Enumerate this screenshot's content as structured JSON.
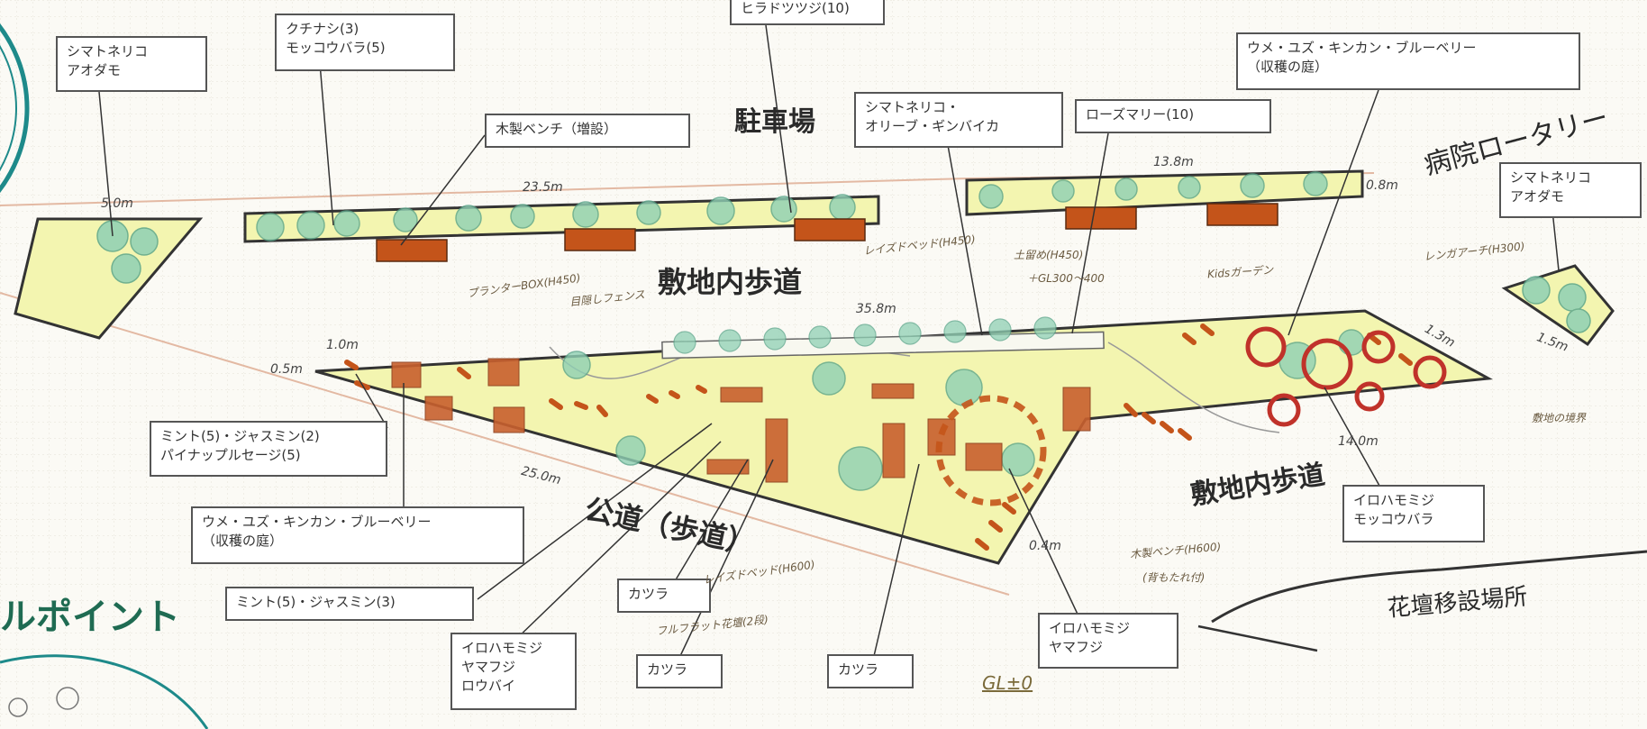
{
  "areas": {
    "parking": "駐車場",
    "walkway_inner": "敷地内歩道",
    "walkway_inner_2": "敷地内歩道",
    "public_road": "公道（歩道）",
    "rotary": "病院ロータリー",
    "flowerbed_site": "花壇移設場所",
    "point_partial": "ルポイント"
  },
  "callouts": {
    "topleft_tree": [
      "シマトネリコ",
      "アオダモ"
    ],
    "kuchinashi": [
      "クチナシ(3)",
      "モッコウバラ(5)"
    ],
    "hirado": [
      "ヒラドツツジ(10)"
    ],
    "bench": [
      "木製ベンチ（増設）"
    ],
    "olive": [
      "シマトネリコ・",
      "オリーブ・ギンバイカ"
    ],
    "rosemary": [
      "ローズマリー(10)"
    ],
    "harvest_top": [
      "ウメ・ユズ・キンカン・ブルーベリー",
      "（収穫の庭）"
    ],
    "right_tree": [
      "シマトネリコ",
      "アオダモ"
    ],
    "mint_left": [
      "ミント(5)・ジャスミン(2)",
      "パイナップルセージ(5)"
    ],
    "harvest_bottom": [
      "ウメ・ユズ・キンカン・ブルーベリー",
      "（収穫の庭）"
    ],
    "mint_bottom": [
      "ミント(5)・ジャスミン(3)"
    ],
    "iroha_left": [
      "イロハモミジ",
      "ヤマフジ",
      "ロウバイ"
    ],
    "katsura_1": [
      "カツラ"
    ],
    "katsura_2": [
      "カツラ"
    ],
    "katsura_3": [
      "カツラ"
    ],
    "iroha_mid": [
      "イロハモミジ",
      "ヤマフジ"
    ],
    "iroha_right": [
      "イロハモミジ",
      "モッコウバラ"
    ]
  },
  "handwritten": {
    "dim_left": "5.0m",
    "dim_top_left": "23.5m",
    "dim_top_right": "13.8m",
    "dim_top_right_small": "0.8m",
    "dim_main": "35.8m",
    "dim_bottom": "25.0m",
    "dim_bottom_right": "14.0m",
    "dim_small_a": "0.5m",
    "dim_small_b": "1.0m",
    "dim_small_c": "0.4m",
    "dim_right_a": "1.3m",
    "dim_right_b": "1.5m",
    "note_raised_bed": "レイズドベッド(H450)",
    "note_planter_box": "プランターBOX(H450)",
    "note_fence": "目隠しフェンス",
    "note_earth": "土留め(H450)",
    "note_gl": "＋GL300〜400",
    "note_kids": "Kidsガーデン",
    "note_arch": "レンガアーチ(H300)",
    "note_raised_bed_2": "レイズドベッド(H600)",
    "note_flowerbed": "フルフラット花壇(2段)",
    "note_bench": "木製ベンチ(H600)",
    "note_bench_sub": "(背もたれ付)",
    "note_walkway_edge": "敷地の境界",
    "gl": "GL±0"
  },
  "colors": {
    "planting_fill": "#f3f5b0",
    "outline": "#333333",
    "bench": "#c4541a",
    "brick": "#c8602e",
    "tree": "#8fd0b4",
    "accent": "#1f6b52"
  }
}
